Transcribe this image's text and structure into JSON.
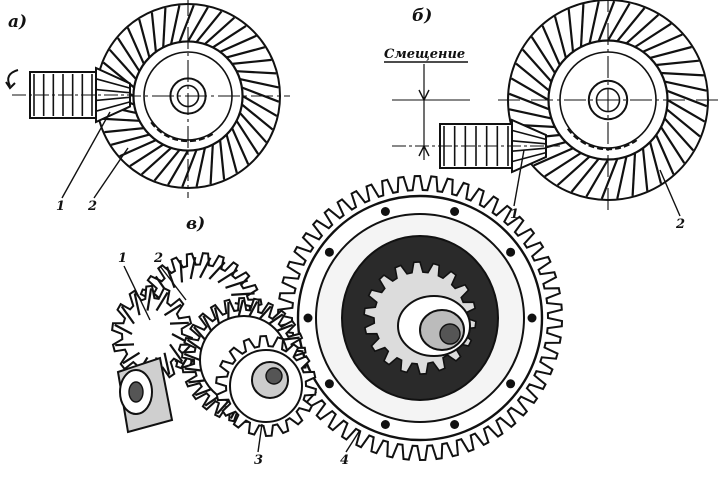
{
  "figure": {
    "panel_labels": {
      "a": "а)",
      "b": "б)",
      "c": "в)"
    },
    "offset_label": "Смещение",
    "callouts": {
      "a_1": "1",
      "a_2": "2",
      "b_1": "1",
      "b_2": "2",
      "c_1": "1",
      "c_2": "2",
      "c_3": "3",
      "c_4": "4"
    },
    "colors": {
      "ink": "#111111",
      "paper": "#ffffff",
      "shade": "#555555"
    }
  }
}
